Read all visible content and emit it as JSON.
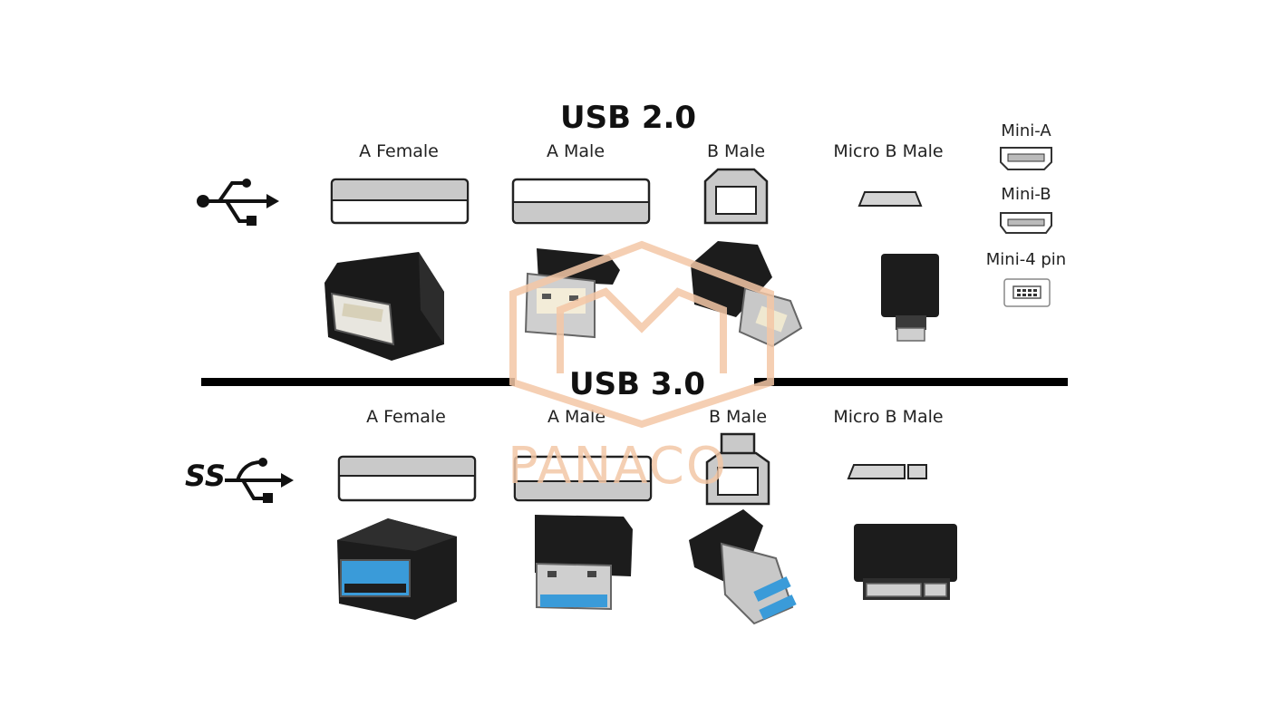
{
  "usb2": {
    "title": "USB 2.0",
    "labels": [
      "A Female",
      "A Male",
      "B Male",
      "Micro B Male"
    ],
    "mini": [
      "Mini-A",
      "Mini-B",
      "Mini-4 pin"
    ]
  },
  "usb3": {
    "title": "USB 3.0",
    "labels": [
      "A Female",
      "A Male",
      "B Male",
      "Micro B Male"
    ],
    "ss_logo": "SS"
  },
  "watermark": {
    "text": "PANACO"
  },
  "colors": {
    "usb3_blue": "#3a9bd9",
    "watermark": "#f3c7a6"
  },
  "icons": [
    "usb-trident-icon",
    "usb-superspeed-trident-icon"
  ]
}
